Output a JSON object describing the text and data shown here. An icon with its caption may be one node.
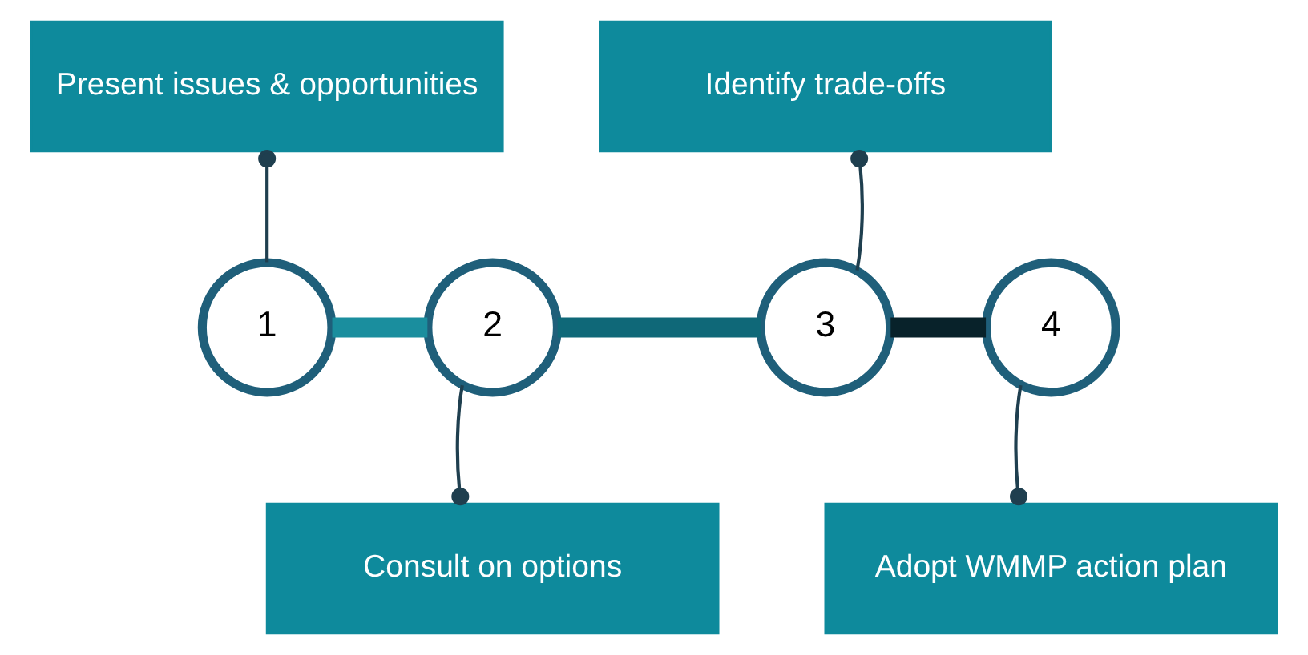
{
  "diagram": {
    "nodes": [
      {
        "text": [
          "Present issues & opportunities"
        ]
      },
      {
        "text": [
          "Identify trade-offs"
        ]
      },
      {
        "text": [
          "1"
        ]
      },
      {
        "text": [
          "2"
        ]
      },
      {
        "text": [
          "3"
        ]
      },
      {
        "text": [
          "4"
        ]
      },
      {
        "text": [
          "Consult on options"
        ]
      },
      {
        "text": [
          "Adopt WMMP action plan"
        ]
      }
    ],
    "edges": [
      {
        "from": 2,
        "to": 0,
        "arrow": "other",
        "color": "#1f3f4f"
      },
      {
        "from": 2,
        "to": 3,
        "arrow": "none",
        "style": "thick",
        "color": "#1a8e9e"
      },
      {
        "from": 3,
        "to": 4,
        "arrow": "none",
        "style": "thick",
        "color": "#0f6878"
      },
      {
        "from": 4,
        "to": 5,
        "arrow": "none",
        "style": "thick",
        "color": "#08222a"
      },
      {
        "from": 3,
        "to": 6,
        "arrow": "other",
        "color": "#1f3f4f"
      },
      {
        "from": 4,
        "to": 1,
        "arrow": "other",
        "color": "#1f3f4f"
      },
      {
        "from": 5,
        "to": 7,
        "arrow": "other",
        "color": "#1f3f4f"
      }
    ]
  }
}
